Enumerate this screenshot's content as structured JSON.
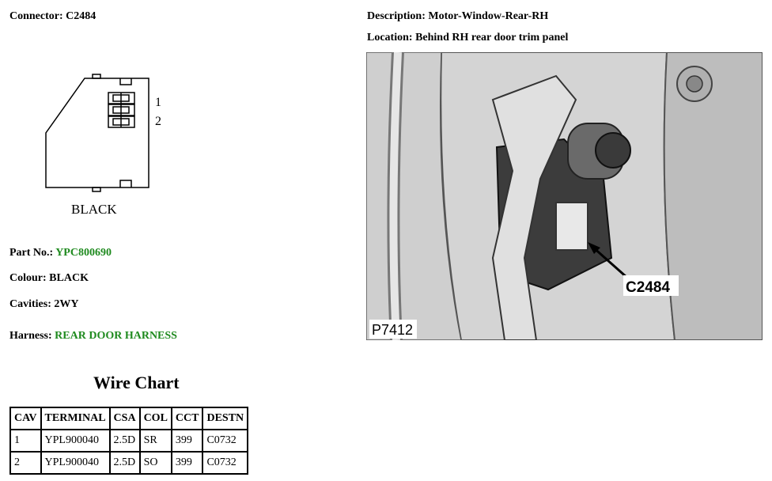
{
  "connector": {
    "label": "Connector:",
    "value": "C2484",
    "pin_labels": [
      "1",
      "2"
    ],
    "color_caption": "BLACK"
  },
  "description": {
    "label": "Description:",
    "value": "Motor-Window-Rear-RH"
  },
  "location": {
    "label": "Location:",
    "value": "Behind RH rear door trim panel"
  },
  "part_no": {
    "label": "Part No.:",
    "value": "YPC800690"
  },
  "colour": {
    "label": "Colour:",
    "value": "BLACK"
  },
  "cavities": {
    "label": "Cavities:",
    "value": "2WY"
  },
  "harness": {
    "label": "Harness:",
    "value": "REAR DOOR HARNESS"
  },
  "photo": {
    "callout": "C2484",
    "reference": "P7412"
  },
  "wire_chart": {
    "title": "Wire Chart",
    "headers": [
      "CAV",
      "TERMINAL",
      "CSA",
      "COL",
      "CCT",
      "DESTN"
    ],
    "rows": [
      [
        "1",
        "YPL900040",
        "2.5D",
        "SR",
        "399",
        "C0732"
      ],
      [
        "2",
        "YPL900040",
        "2.5D",
        "SO",
        "399",
        "C0732"
      ]
    ]
  },
  "colors": {
    "link_green": "#1e8a1e"
  }
}
